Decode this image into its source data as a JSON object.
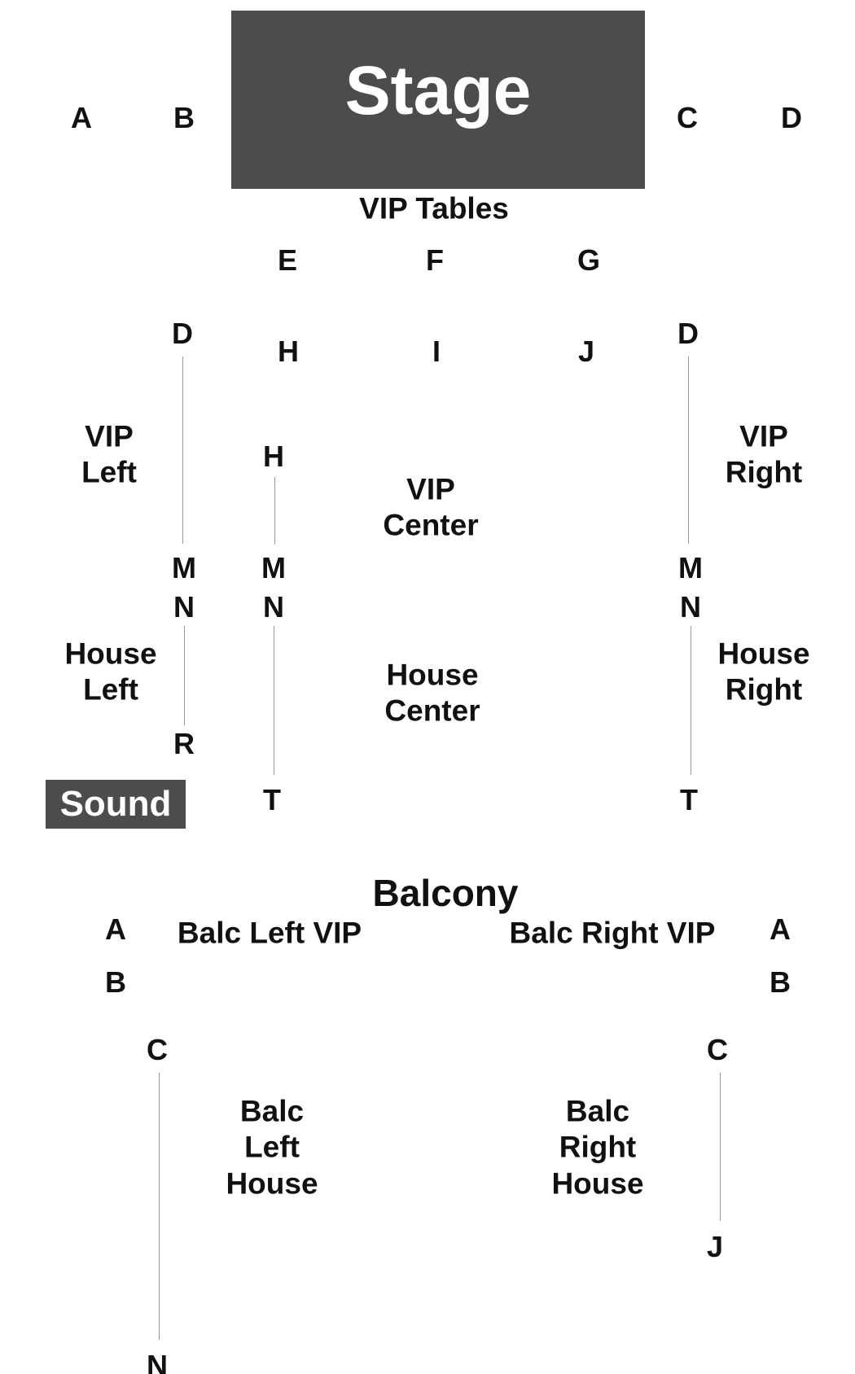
{
  "stage": {
    "label": "Stage",
    "color": "#4c4c4c"
  },
  "sound": {
    "label": "Sound",
    "color": "#4c4c4c"
  },
  "vip_tables": {
    "title": "VIP Tables",
    "rows": [
      "E",
      "F",
      "G",
      "H",
      "I",
      "J"
    ]
  },
  "stage_side_rows": {
    "far_left": "A",
    "left": "B",
    "right": "C",
    "far_right": "D"
  },
  "orchestra": {
    "vip_left": {
      "label": "VIP\nLeft",
      "row_start": "D",
      "row_end": "M"
    },
    "vip_center": {
      "label": "VIP\nCenter",
      "row_start": "H",
      "row_end": "M"
    },
    "vip_right": {
      "label": "VIP\nRight",
      "row_start": "D",
      "row_end": "M"
    },
    "house_left": {
      "label": "House\nLeft",
      "row_start": "N",
      "row_end": "R"
    },
    "house_center": {
      "label": "House\nCenter",
      "row_start": "N",
      "row_end": "T"
    },
    "house_right": {
      "label": "House\nRight",
      "row_start": "N",
      "row_end": "T"
    }
  },
  "balcony": {
    "title": "Balcony",
    "left_vip": {
      "label": "Balc Left VIP",
      "rows": [
        "A",
        "B"
      ]
    },
    "right_vip": {
      "label": "Balc Right VIP",
      "rows": [
        "A",
        "B"
      ]
    },
    "left_house": {
      "label": "Balc\nLeft\nHouse",
      "row_start": "C",
      "row_end": "N"
    },
    "right_house": {
      "label": "Balc\nRight\nHouse",
      "row_start": "C",
      "row_end": "J"
    }
  }
}
